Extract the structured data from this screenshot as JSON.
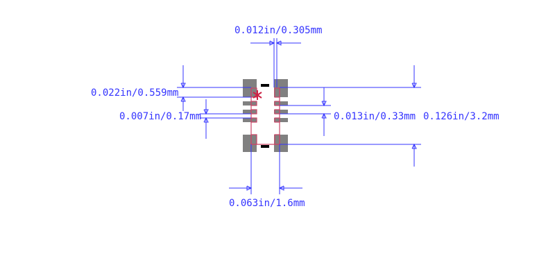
{
  "dimensions": {
    "pitch": "0.012in/0.305mm",
    "pad_length": "0.022in/0.559mm",
    "pad_gap": "0.007in/0.17mm",
    "pad_height": "0.013in/0.33mm",
    "overall_length": "0.126in/3.2mm",
    "body_width": "0.063in/1.6mm"
  },
  "colors": {
    "dimension": "#3333ff",
    "pad": "#808080",
    "silkscreen": "#000000",
    "courtyard": "#cc2244",
    "body_outline": "#cc4466",
    "background": "#ffffff"
  },
  "icons": {
    "pin1_marker": "pin1-star-icon"
  }
}
